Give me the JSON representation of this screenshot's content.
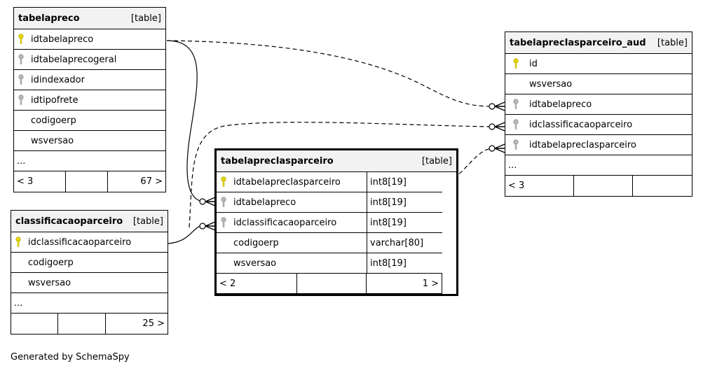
{
  "tables": {
    "tabelapreco": {
      "name": "tabelapreco",
      "type": "[table]",
      "columns": [
        {
          "name": "idtabelapreco",
          "key": "primary"
        },
        {
          "name": "idtabelaprecogeral",
          "key": "foreign"
        },
        {
          "name": "idindexador",
          "key": "foreign"
        },
        {
          "name": "idtipofrete",
          "key": "foreign"
        },
        {
          "name": "codigoerp",
          "key": "none"
        },
        {
          "name": "wsversao",
          "key": "none"
        }
      ],
      "more": "...",
      "footer": {
        "parents": "< 3",
        "middle": "",
        "children": "67 >"
      }
    },
    "classificacaoparceiro": {
      "name": "classificacaoparceiro",
      "type": "[table]",
      "columns": [
        {
          "name": "idclassificacaoparceiro",
          "key": "primary"
        },
        {
          "name": "codigoerp",
          "key": "none"
        },
        {
          "name": "wsversao",
          "key": "none"
        }
      ],
      "more": "...",
      "footer": {
        "parents": "",
        "middle": "",
        "children": "25 >"
      }
    },
    "tabelaprecIasparceiro": {
      "name": "tabelaprecIasparceiro",
      "type": "[table]",
      "columns": [
        {
          "name": "idtabelaprecIasparceiro",
          "key": "primary",
          "dtype": "int8[19]"
        },
        {
          "name": "idtabelapreco",
          "key": "foreign",
          "dtype": "int8[19]"
        },
        {
          "name": "idclassificacaoparceiro",
          "key": "foreign",
          "dtype": "int8[19]"
        },
        {
          "name": "codigoerp",
          "key": "none",
          "dtype": "varchar[80]"
        },
        {
          "name": "wsversao",
          "key": "none",
          "dtype": "int8[19]"
        }
      ],
      "footer": {
        "parents": "< 2",
        "middle": "",
        "children": "1 >"
      }
    },
    "tabelaprecIasparceiro_aud": {
      "name": "tabelaprecIasparceiro_aud",
      "type": "[table]",
      "columns": [
        {
          "name": "id",
          "key": "primary"
        },
        {
          "name": "wsversao",
          "key": "none"
        },
        {
          "name": "idtabelapreco",
          "key": "foreign"
        },
        {
          "name": "idclassificacaoparceiro",
          "key": "foreign"
        },
        {
          "name": "idtabelaprecIasparceiro",
          "key": "foreign"
        }
      ],
      "more": "...",
      "footer": {
        "parents": "< 3",
        "middle": "",
        "children": ""
      }
    }
  },
  "generated_by": "Generated by SchemaSpy",
  "colors": {
    "primary_key": "#e6d800",
    "foreign_key": "#a0a0a0",
    "header_bg": "#f2f2f2"
  }
}
